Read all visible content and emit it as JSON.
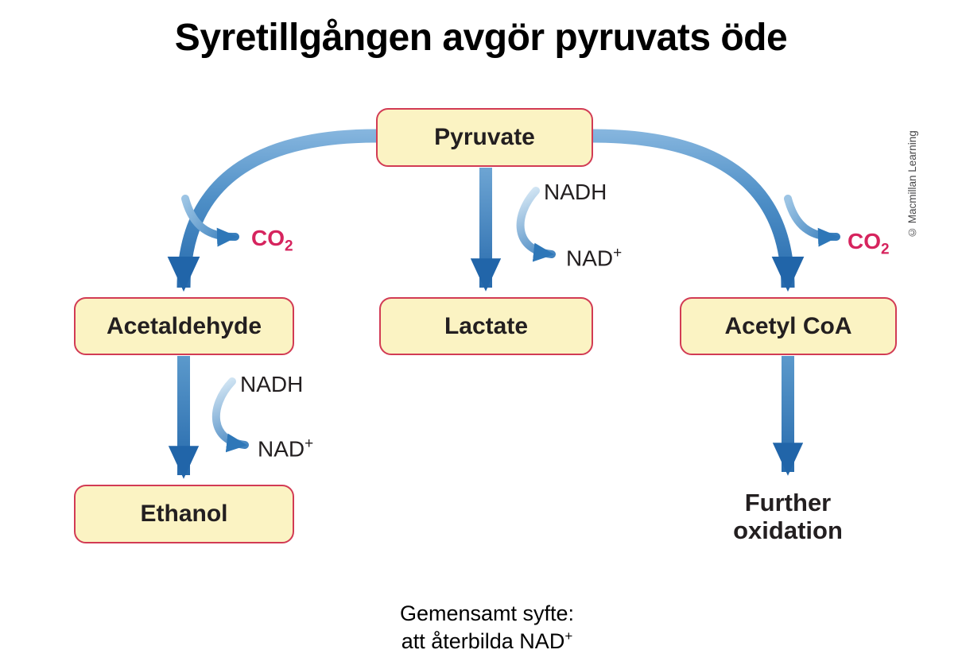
{
  "title": "Syretillgången avgör pyruvats öde",
  "credit": "© Macmillan Learning",
  "nodes": {
    "pyruvate": "Pyruvate",
    "acetaldehyde": "Acetaldehyde",
    "lactate": "Lactate",
    "acetyl_coa": "Acetyl CoA",
    "ethanol": "Ethanol",
    "further_line1": "Further",
    "further_line2": "oxidation"
  },
  "labels": {
    "co2_base": "CO",
    "co2_sub": "2",
    "nadh": "NADH",
    "nad_base": "NAD",
    "nad_sup": "+"
  },
  "caption": {
    "line1": "Gemensamt syfte:",
    "line2_pre": "att återbilda NAD",
    "line2_sup": "+"
  },
  "colors": {
    "box_fill": "#FBF3C3",
    "box_border": "#D23B54",
    "arrow_dark_blue": "#2165A9",
    "arrow_light_blue": "#8FBCE2",
    "co2_red": "#D6245E",
    "text_black": "#231F20"
  }
}
